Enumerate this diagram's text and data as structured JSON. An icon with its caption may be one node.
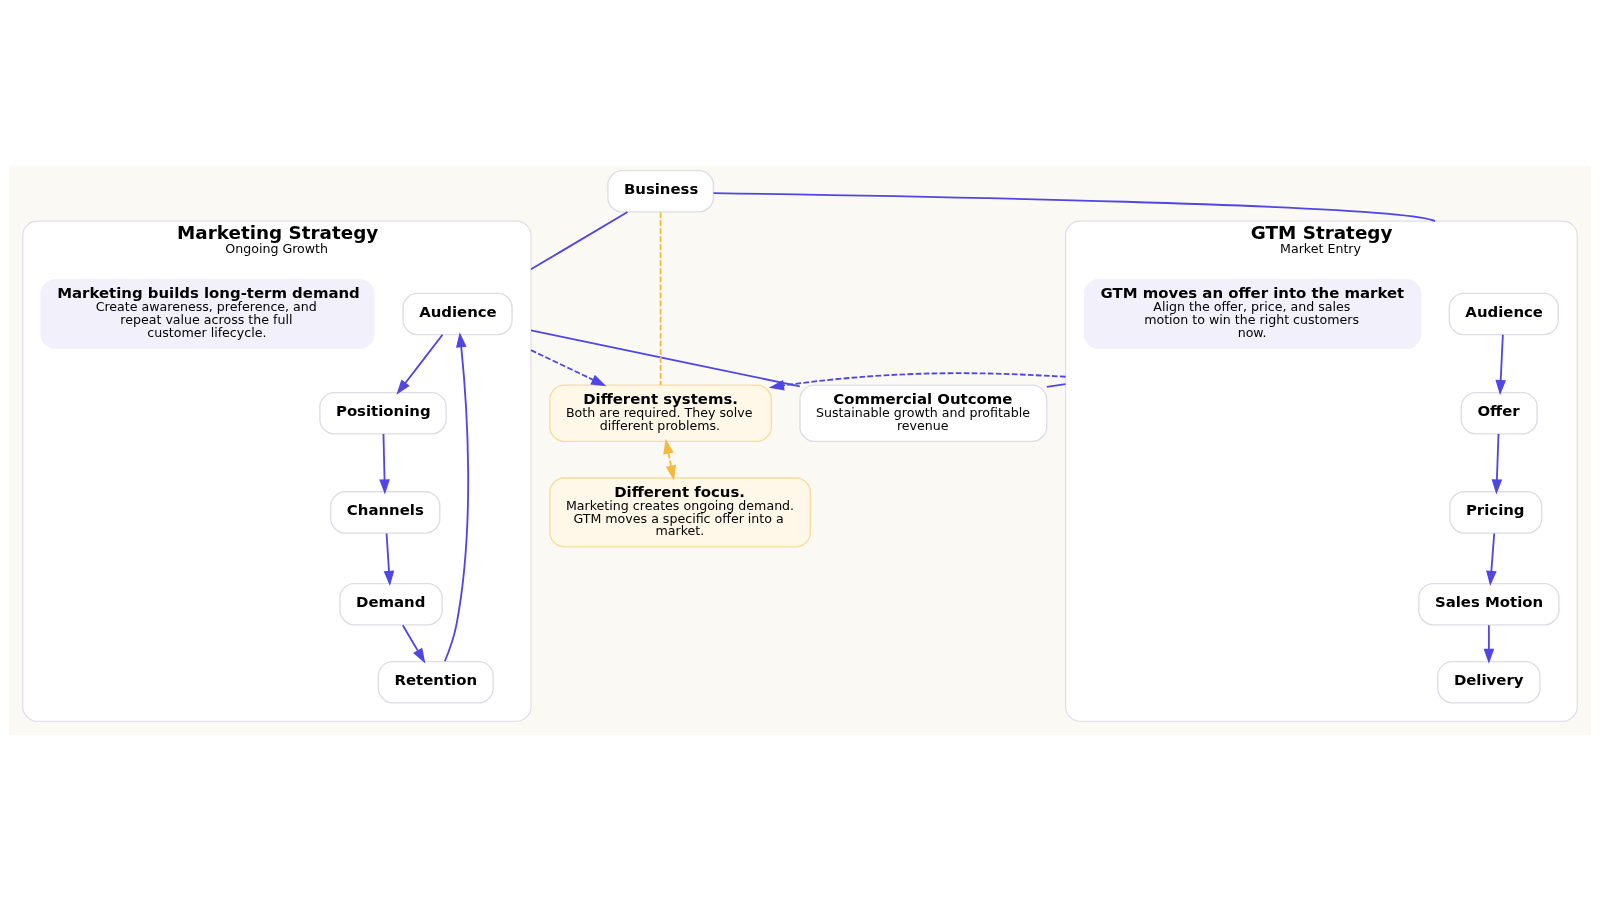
{
  "diagram": {
    "nodes": [
      {
        "text": [
          "Marketing Strategy",
          "Ongoing Growth"
        ]
      },
      {
        "text": [
          "Audience"
        ],
        "in": 0
      },
      {
        "text": [
          "Positioning"
        ],
        "in": 0
      },
      {
        "text": [
          "Channels"
        ],
        "in": 0
      },
      {
        "text": [
          "Demand"
        ],
        "in": 0
      },
      {
        "text": [
          "Retention"
        ],
        "in": 0
      },
      {
        "text": [
          "Marketing builds long-term demand",
          "Create awareness, preference, and repeat value across the full customer lifecycle."
        ],
        "in": 0
      },
      {
        "text": [
          "Business"
        ]
      },
      {
        "text": [
          "Different systems.",
          "Both are required. They solve different problems."
        ]
      },
      {
        "text": [
          "Different focus.",
          "Marketing creates ongoing demand. GTM moves a specific offer into a market."
        ]
      },
      {
        "text": [
          "GTM Strategy",
          "Market Entry"
        ]
      },
      {
        "text": [
          "Audience"
        ],
        "in": 10
      },
      {
        "text": [
          "Offer"
        ],
        "in": 10
      },
      {
        "text": [
          "Pricing"
        ],
        "in": 10
      },
      {
        "text": [
          "Sales Motion"
        ],
        "in": 10
      },
      {
        "text": [
          "Delivery"
        ],
        "in": 10
      },
      {
        "text": [
          "GTM moves an offer into the market",
          "Align the offer, price, and sales motion to win the right customers now."
        ],
        "in": 10
      },
      {
        "text": [
          "Commercial Outcome",
          "Sustainable growth and profitable revenue"
        ]
      }
    ],
    "edges": [
      {
        "from": 1,
        "to": 2,
        "arrow": "to"
      },
      {
        "from": 2,
        "to": 3,
        "arrow": "to"
      },
      {
        "from": 3,
        "to": 4,
        "arrow": "to"
      },
      {
        "from": 4,
        "to": 5,
        "arrow": "to"
      },
      {
        "from": 5,
        "to": 1,
        "arrow": "to"
      },
      {
        "from": 11,
        "to": 12,
        "arrow": "to"
      },
      {
        "from": 12,
        "to": 13,
        "arrow": "to"
      },
      {
        "from": 13,
        "to": 14,
        "arrow": "to"
      },
      {
        "from": 14,
        "to": 15,
        "arrow": "to"
      },
      {
        "from": 7,
        "to": 0,
        "arrow": "none"
      },
      {
        "from": 7,
        "to": 10,
        "arrow": "none"
      },
      {
        "from": 7,
        "to": 8,
        "arrow": "none",
        "style": "dashed",
        "color": "#f5b942"
      },
      {
        "from": 0,
        "to": 8,
        "arrow": "to",
        "style": "dashed"
      },
      {
        "from": 10,
        "to": 8,
        "arrow": "to",
        "style": "dashed"
      },
      {
        "from": 8,
        "to": 9,
        "arrow": "both",
        "style": "dashed",
        "color": "#f5b942"
      },
      {
        "from": 0,
        "to": 17,
        "arrow": "none"
      },
      {
        "from": 10,
        "to": 17,
        "arrow": "none"
      }
    ]
  }
}
